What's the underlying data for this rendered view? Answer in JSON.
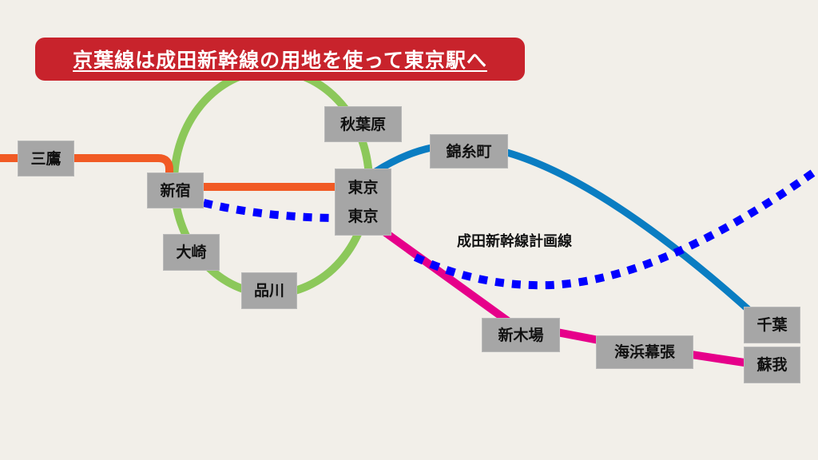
{
  "title": "京葉線は成田新幹線の用地を使って東京駅へ",
  "plan_line_label": "成田新幹線計画線",
  "stations": {
    "mitaka": "三鷹",
    "shinjuku": "新宿",
    "osaki": "大崎",
    "shinagawa": "品川",
    "akihabara": "秋葉原",
    "tokyo_upper": "東京",
    "tokyo_lower": "東京",
    "kinshicho": "錦糸町",
    "shinkiba": "新木場",
    "kaihin_makuhari": "海浜幕張",
    "chiba": "千葉",
    "soga": "蘇我"
  },
  "colors": {
    "yamanote": "#8cc85a",
    "chuo": "#f15a24",
    "sobu": "#0a7dc2",
    "keiyo": "#e6008a",
    "narita_shinkansen_plan": "#0000ff",
    "title_bg": "#c8232c"
  }
}
